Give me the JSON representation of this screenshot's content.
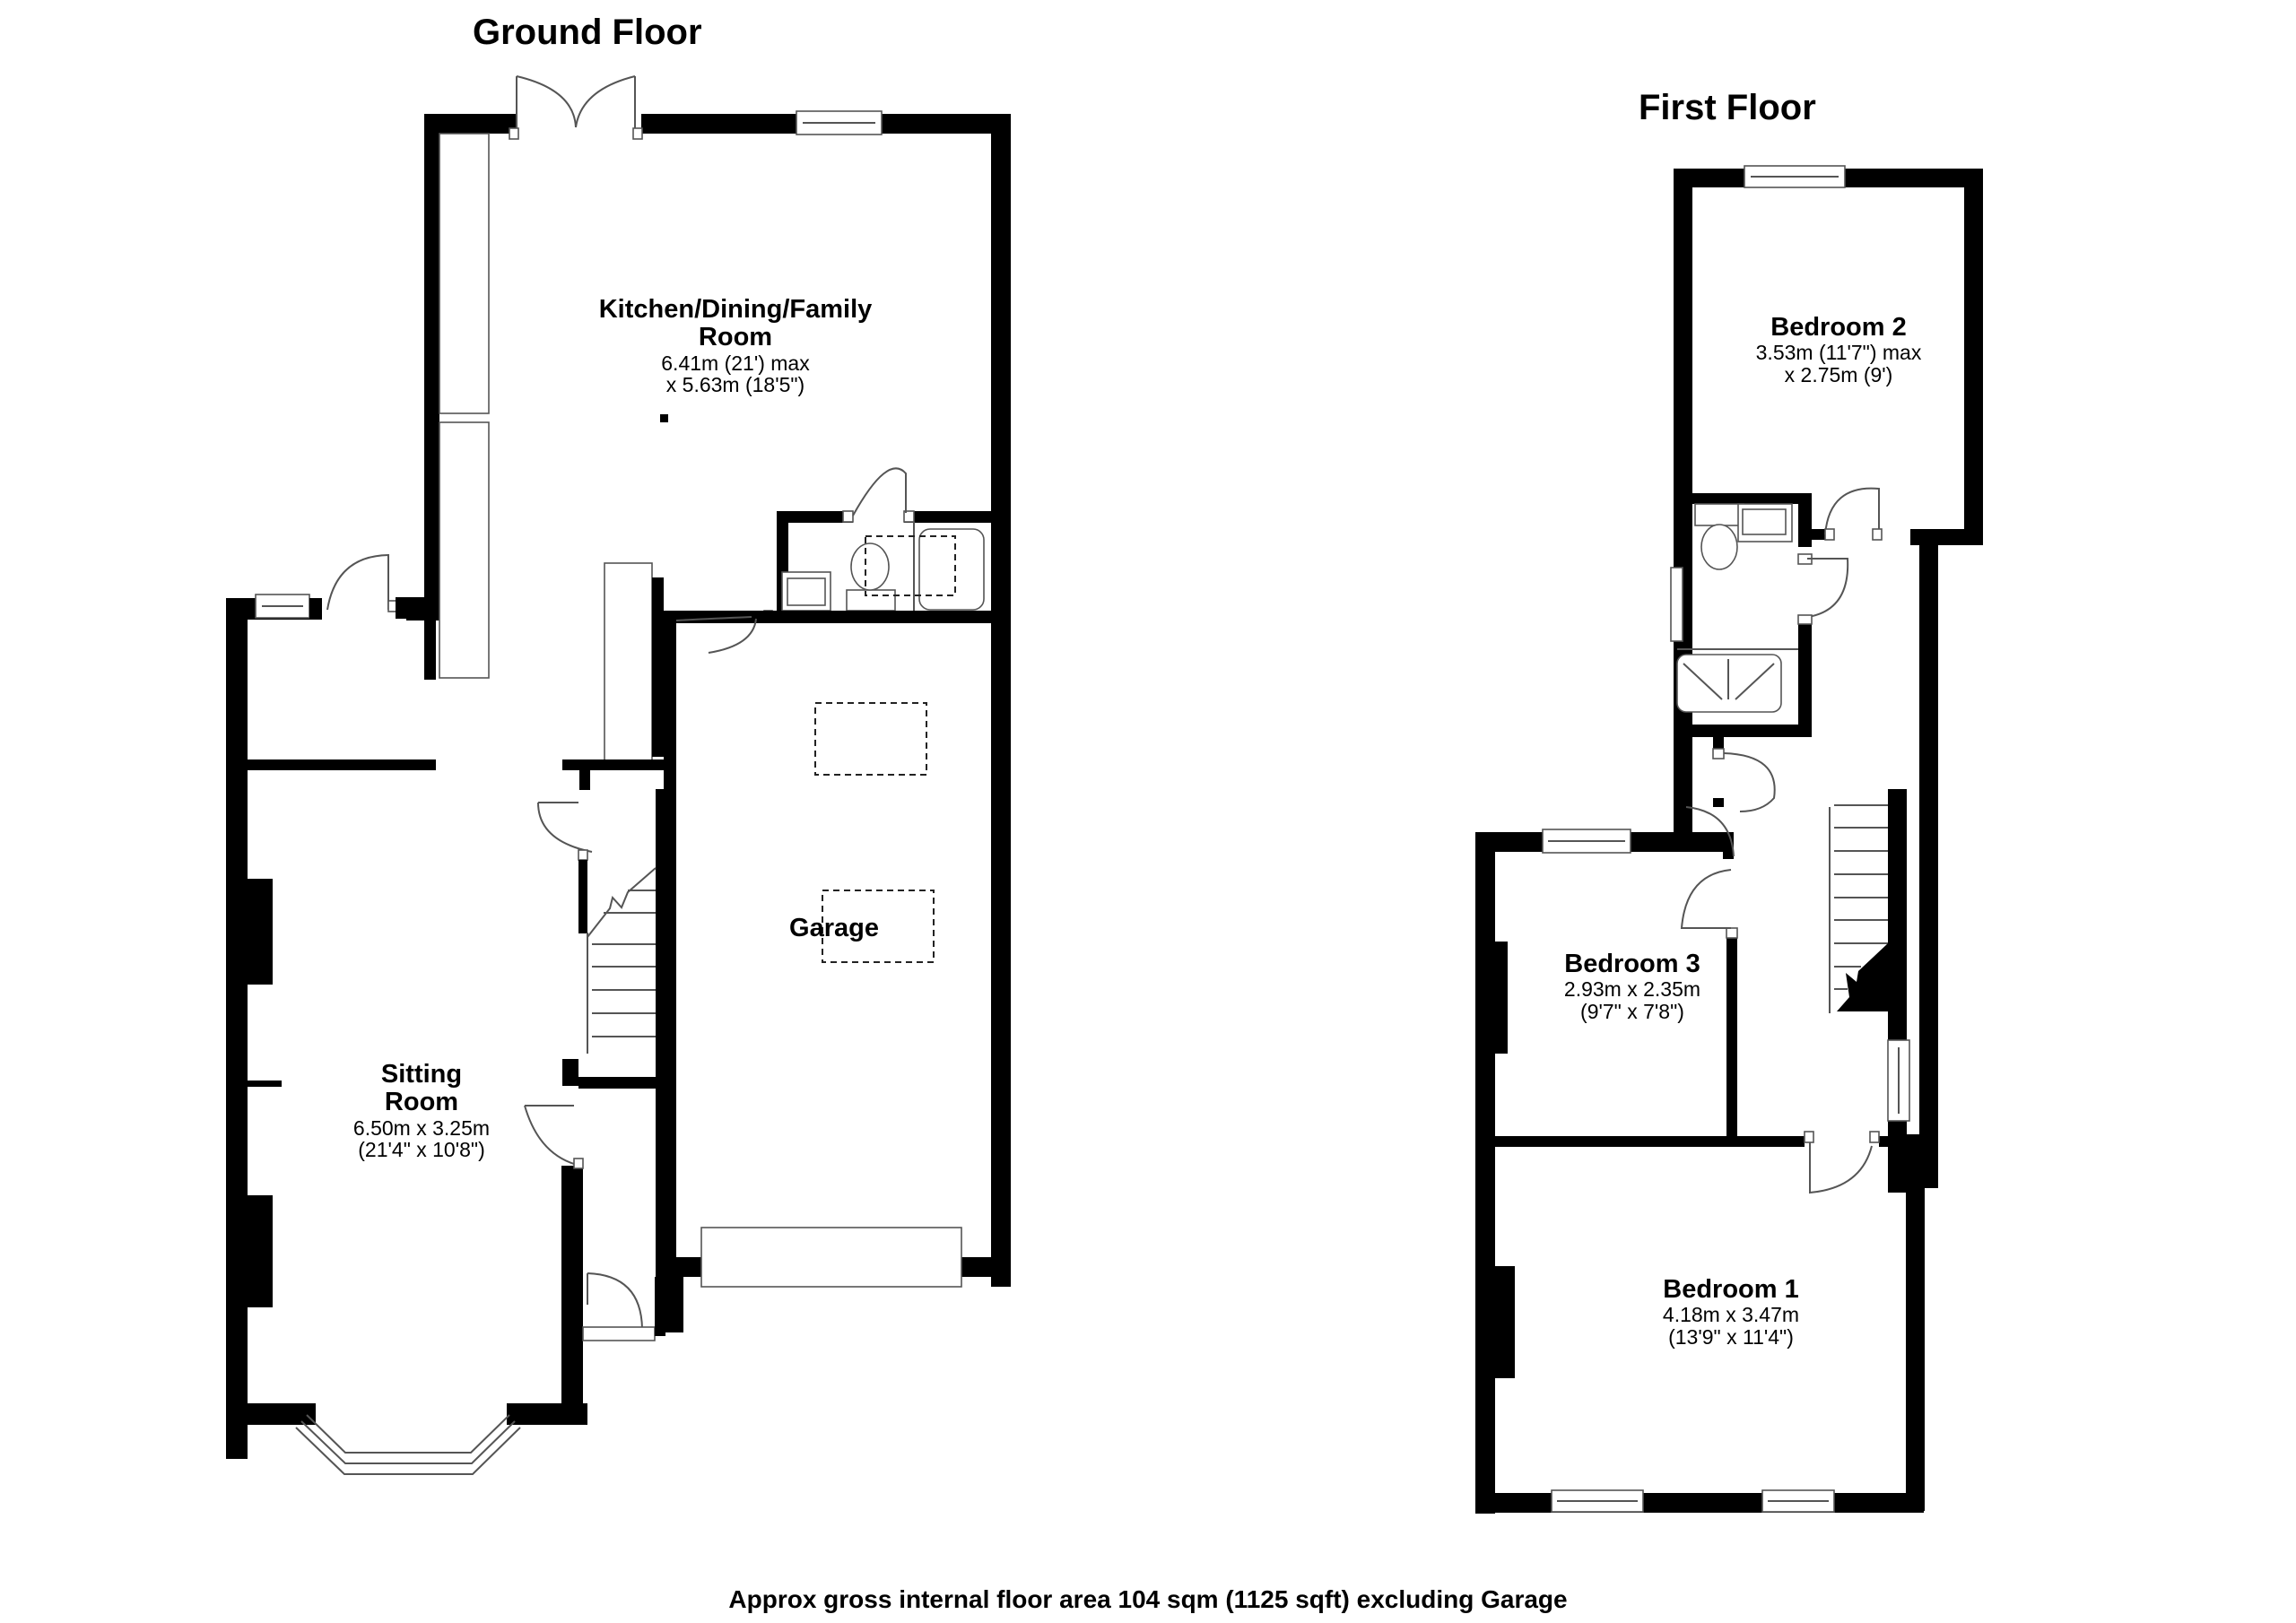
{
  "floors": {
    "ground": {
      "title": "Ground Floor",
      "rooms": {
        "kitchen": {
          "name_line1": "Kitchen/Dining/Family",
          "name_line2": "Room",
          "dim_line1": "6.41m (21') max",
          "dim_line2": "x 5.63m (18'5\")"
        },
        "garage": {
          "name": "Garage"
        },
        "sitting": {
          "name_line1": "Sitting",
          "name_line2": "Room",
          "dim_line1": "6.50m x 3.25m",
          "dim_line2": "(21'4\" x 10'8\")"
        }
      }
    },
    "first": {
      "title": "First Floor",
      "rooms": {
        "bedroom2": {
          "name": "Bedroom 2",
          "dim_line1": "3.53m (11'7\") max",
          "dim_line2": "x 2.75m (9')"
        },
        "bedroom3": {
          "name": "Bedroom 3",
          "dim_line1": "2.93m x 2.35m",
          "dim_line2": "(9'7\" x 7'8\")"
        },
        "bedroom1": {
          "name": "Bedroom 1",
          "dim_line1": "4.18m x 3.47m",
          "dim_line2": "(13'9\" x 11'4\")"
        }
      }
    }
  },
  "footer": {
    "area_note": "Approx gross internal floor area 104 sqm (1125 sqft) excluding Garage"
  },
  "colors": {
    "wall": "#000000",
    "fixture_line": "#555555",
    "background": "#ffffff"
  }
}
